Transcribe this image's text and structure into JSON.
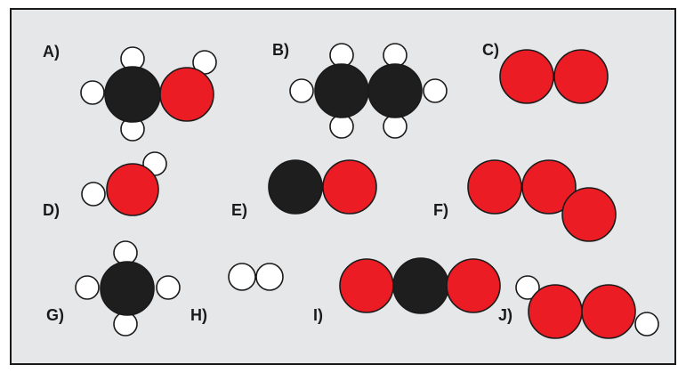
{
  "colors": {
    "background": "#e6e7e9",
    "border": "#1a1a1a",
    "hydrogen": "#ffffff",
    "carbon": "#1e1e1e",
    "oxygen": "#ec1c24"
  },
  "labels": {
    "A": "A)",
    "B": "B)",
    "C": "C)",
    "D": "D)",
    "E": "E)",
    "F": "F)",
    "G": "G)",
    "H": "H)",
    "I": "I)",
    "J": "J)"
  },
  "molecules": [
    {
      "id": "A",
      "atoms": [
        "carbon",
        "oxygen",
        "hydrogen",
        "hydrogen",
        "hydrogen",
        "hydrogen"
      ]
    },
    {
      "id": "B",
      "atoms": [
        "carbon",
        "carbon",
        "hydrogen",
        "hydrogen",
        "hydrogen",
        "hydrogen",
        "hydrogen",
        "hydrogen"
      ]
    },
    {
      "id": "C",
      "atoms": [
        "oxygen",
        "oxygen"
      ]
    },
    {
      "id": "D",
      "atoms": [
        "oxygen",
        "hydrogen",
        "hydrogen"
      ]
    },
    {
      "id": "E",
      "atoms": [
        "carbon",
        "oxygen"
      ]
    },
    {
      "id": "F",
      "atoms": [
        "oxygen",
        "oxygen",
        "oxygen"
      ]
    },
    {
      "id": "G",
      "atoms": [
        "carbon",
        "hydrogen",
        "hydrogen",
        "hydrogen",
        "hydrogen"
      ]
    },
    {
      "id": "H",
      "atoms": [
        "hydrogen",
        "hydrogen"
      ]
    },
    {
      "id": "I",
      "atoms": [
        "oxygen",
        "carbon",
        "oxygen"
      ]
    },
    {
      "id": "J",
      "atoms": [
        "oxygen",
        "oxygen",
        "hydrogen",
        "hydrogen"
      ]
    }
  ]
}
